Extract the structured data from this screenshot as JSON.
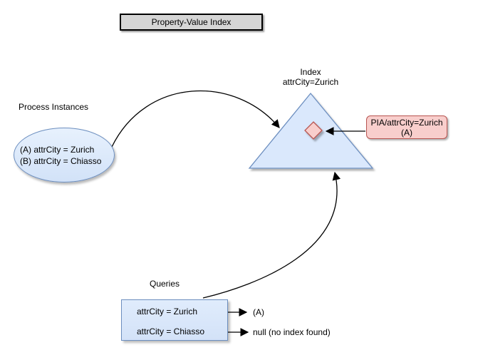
{
  "title": {
    "label": "Property-Value Index"
  },
  "process_instances": {
    "label": "Process Instances",
    "items": [
      "(A) attrCity = Zurich",
      "(B) attrCity = Chiasso"
    ]
  },
  "index": {
    "label_line1": "Index",
    "label_line2": "attrCity=Zurich",
    "entry": {
      "line1": "PIA/attrCity=Zurich",
      "line2": "(A)"
    }
  },
  "queries": {
    "label": "Queries",
    "rows": [
      {
        "query": "attrCity = Zurich",
        "result": "(A)"
      },
      {
        "query": "attrCity = Chiasso",
        "result": "null (no index found)"
      }
    ]
  },
  "colors": {
    "blue_fill": "#dae8fc",
    "blue_stroke": "#6c8ebf",
    "pink_fill": "#f8cecc",
    "pink_stroke": "#b85450",
    "title_fill": "#d5d5d5",
    "arrow": "#000000",
    "background": "#ffffff"
  }
}
